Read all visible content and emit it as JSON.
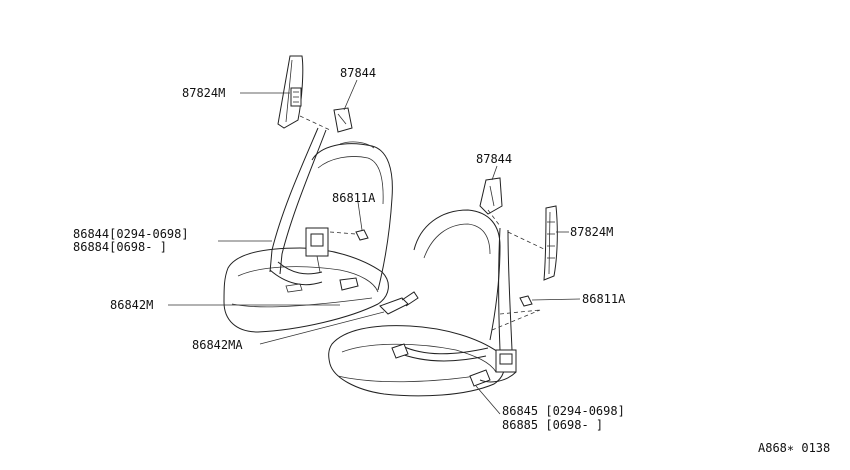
{
  "labels": {
    "l1": "87824M",
    "l2": "87844",
    "l3": "86811A",
    "l4": "86844[0294-0698]",
    "l5": "86884[0698-     ]",
    "l6": "86842M",
    "l7": "86842MA",
    "l8": "87844",
    "l9": "87824M",
    "l10": "86811A",
    "l11": "86845 [0294-0698]",
    "l12": "86885 [0698-     ]",
    "code": "A868∗ 0138"
  }
}
